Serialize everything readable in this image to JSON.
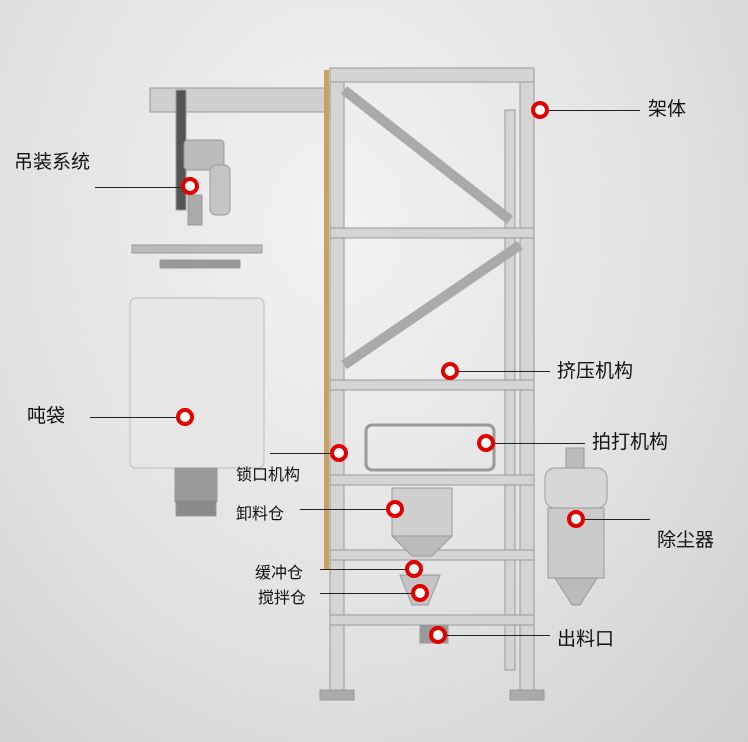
{
  "labels": {
    "frame": "架体",
    "hoist": "吊装系统",
    "ton_bag": "吨袋",
    "squeeze": "挤压机构",
    "beater": "拍打机构",
    "lock": "锁口机构",
    "discharge_bin": "卸料仓",
    "dust_collector": "除尘器",
    "buffer_bin": "缓冲仓",
    "mixing_bin": "搅拌仓",
    "outlet": "出料口"
  },
  "colors": {
    "marker": "#e00000",
    "frame": "#c8c8c8"
  }
}
